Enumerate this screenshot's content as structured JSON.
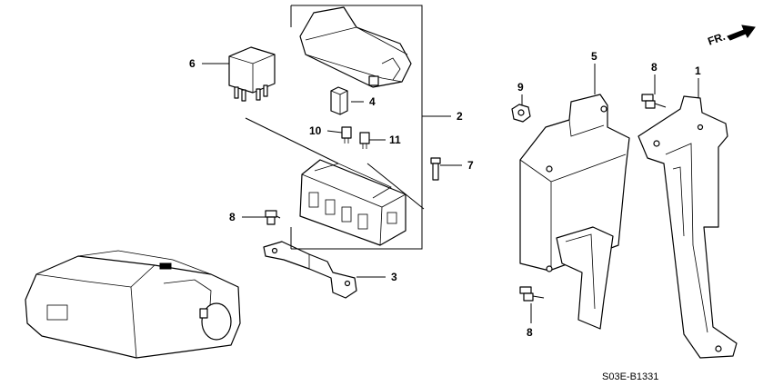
{
  "diagram": {
    "direction_label": "FR.",
    "drawing_code": "S03E-B1331",
    "callouts": {
      "c1": "1",
      "c2": "2",
      "c3": "3",
      "c4": "4",
      "c5": "5",
      "c6": "6",
      "c7": "7",
      "c8a": "8",
      "c8b": "8",
      "c8c": "8",
      "c9": "9",
      "c10": "10",
      "c11": "11"
    }
  }
}
